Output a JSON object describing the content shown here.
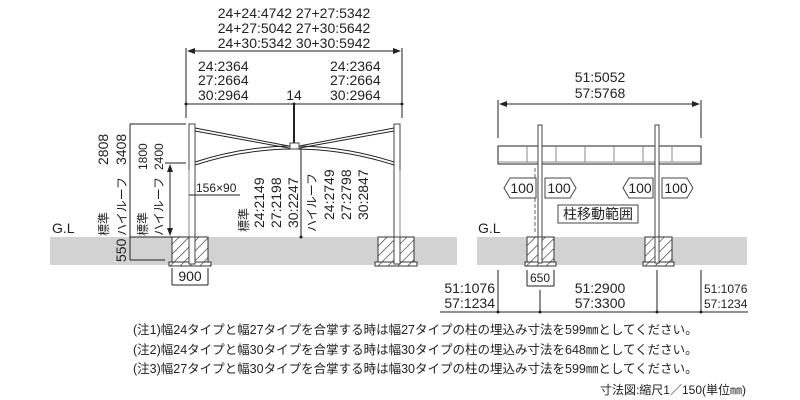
{
  "side_view": {
    "total_width_lines": [
      "24+24:4742 27+27:5342",
      "24+27:5042 27+30:5642",
      "24+30:5342 30+30:5942"
    ],
    "left_span_lines": [
      "24:2364",
      "27:2664",
      "30:2964"
    ],
    "right_span_lines": [
      "24:2364",
      "27:2664",
      "30:2964"
    ],
    "center_rod": "14",
    "overall_height": [
      "2808",
      "3408"
    ],
    "height_labels": [
      "標準",
      "ハイルーフ"
    ],
    "clearance": [
      "1800",
      "2400"
    ],
    "clearance_labels": [
      "標準",
      "ハイルーフ"
    ],
    "post_size": "156×90",
    "center_standard": [
      "標準",
      "24:2149",
      "27:2198",
      "30:2247"
    ],
    "center_highroof": [
      "ハイルーフ",
      "24:2749",
      "27:2798",
      "30:2847"
    ],
    "ground_label": "G.L",
    "embed_depth": "550",
    "footing_width": "900"
  },
  "front_view": {
    "total_width": [
      "51:5052",
      "57:5768"
    ],
    "move_arrows": [
      "100",
      "100",
      "100",
      "100"
    ],
    "move_range_label": "柱移動範囲",
    "ground_label": "G.L",
    "footing_width": "650",
    "left_overhang": [
      "51:1076",
      "57:1234"
    ],
    "post_span": [
      "51:2900",
      "57:3300"
    ],
    "right_overhang": [
      "51:1076",
      "57:1234"
    ]
  },
  "notes": [
    "(注1)幅24タイプと幅27タイプを合掌する時は幅27タイプの柱の埋込み寸法を599㎜としてください。",
    "(注2)幅24タイプと幅30タイプを合掌する時は幅30タイプの柱の埋込み寸法を648㎜としてください。",
    "(注3)幅27タイプと幅30タイプを合掌する時は幅30タイプの柱の埋込み寸法を599㎜としてください。"
  ],
  "scale_note": "寸法図:縮尺1／150(単位㎜)"
}
